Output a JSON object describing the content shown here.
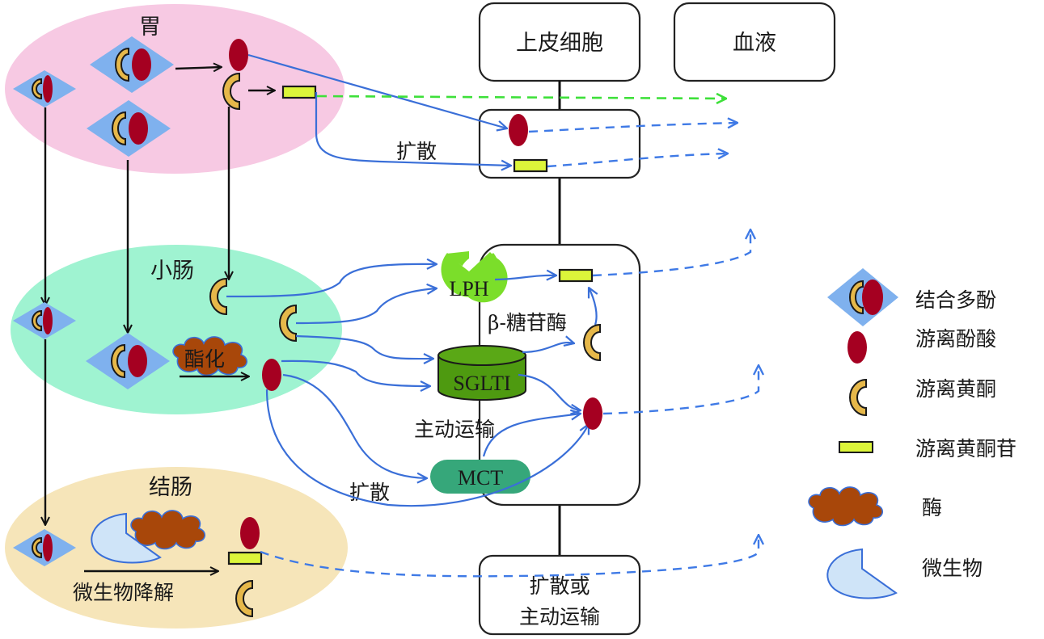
{
  "compartments": {
    "stomach": "胃",
    "small_intestine": "小肠",
    "colon": "结肠"
  },
  "header_boxes": {
    "epithelial_cell": "上皮细胞",
    "blood": "血液"
  },
  "labels": {
    "diffusion_top": "扩散",
    "diffusion_bottom": "扩散",
    "esterification": "酯化",
    "beta_glucosidase": "β-糖苷酶",
    "active_transport": "主动运输",
    "microbial_degradation": "微生物降解",
    "diffusion_or_active_transport_line1": "扩散或",
    "diffusion_or_active_transport_line2": "主动运输"
  },
  "transporters": {
    "lph": "LPH",
    "sglt1": "SGLTI",
    "mct": "MCT"
  },
  "legend": [
    {
      "icon": "bound-polyphenol-icon",
      "label": "结合多酚"
    },
    {
      "icon": "free-phenolic-acid-icon",
      "label": "游离酚酸"
    },
    {
      "icon": "free-flavonoid-icon",
      "label": "游离黄酮"
    },
    {
      "icon": "free-flavonoid-glycoside-icon",
      "label": "游离黄酮苷"
    },
    {
      "icon": "enzyme-icon",
      "label": "酶"
    },
    {
      "icon": "microbe-icon",
      "label": "微生物"
    }
  ],
  "colors": {
    "stomach_fill": "#f7c9e3",
    "small_intestine_fill": "#9ff3d1",
    "colon_fill": "#f6e5b9",
    "diamond": "#7fb1ee",
    "phenolic_acid": "#a50021",
    "flavonoid": "#e6b84a",
    "glycoside": "#dcf53a",
    "enzyme": "#a8470a",
    "microbe": "#cfe4f8",
    "lph": "#7bde2a",
    "sglt1": "#4e9a10",
    "mct": "#36a77a",
    "arrow_blue": "#3a6fd8",
    "arrow_green": "#3ee03a"
  }
}
